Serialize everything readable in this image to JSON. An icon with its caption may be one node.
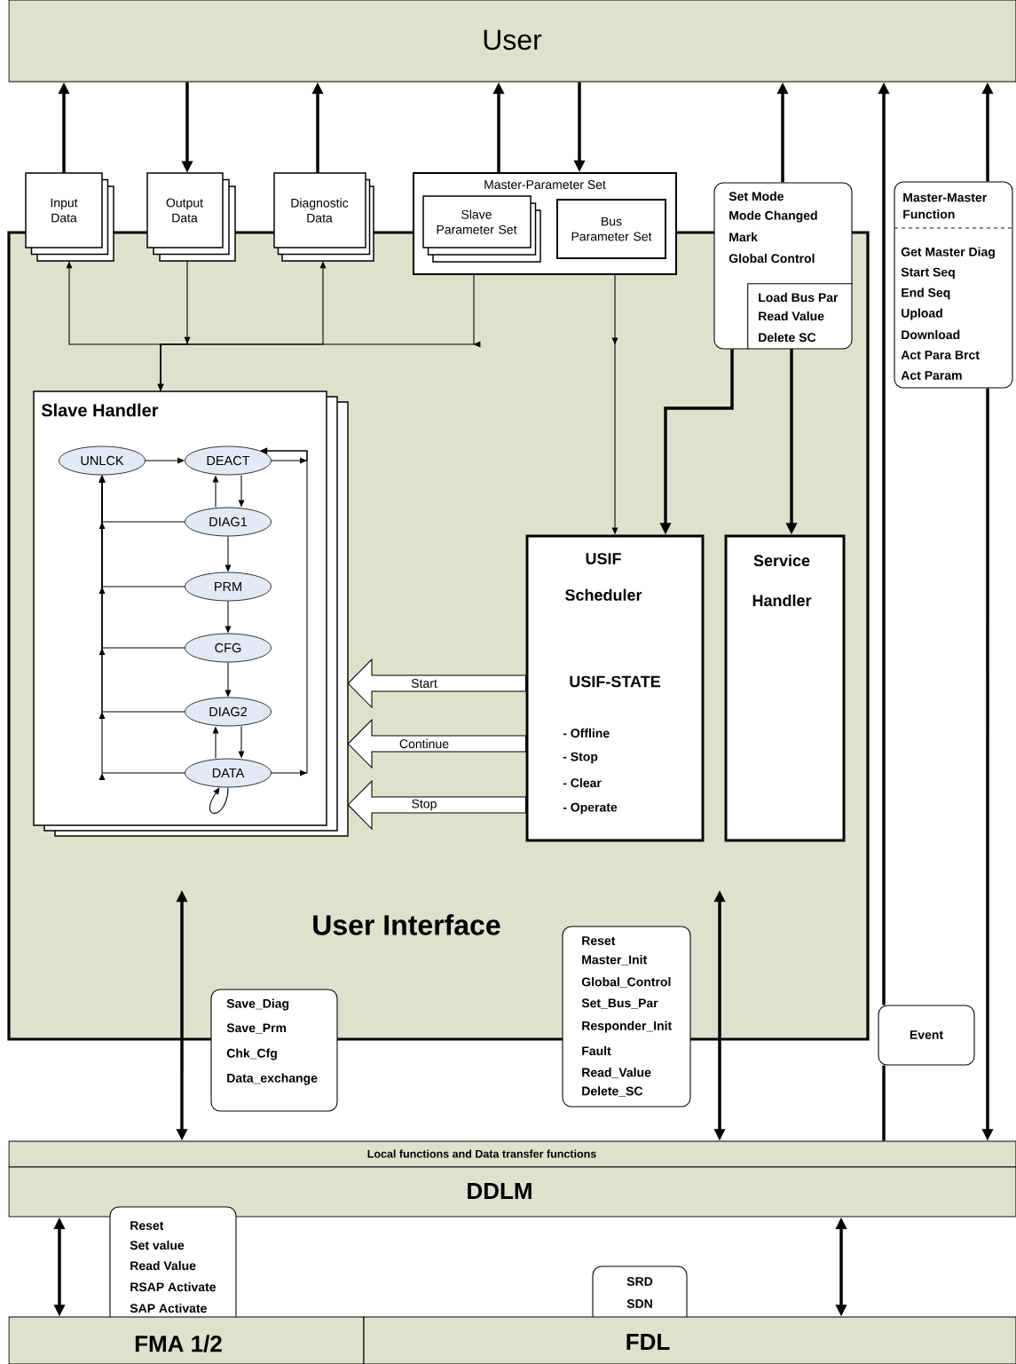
{
  "diagram": {
    "nodes": [
      {
        "text": [
          "User"
        ]
      },
      {
        "text": [
          "User Interface"
        ]
      },
      {
        "text": [
          "Input Data"
        ]
      },
      {
        "text": [
          "Output Data"
        ]
      },
      {
        "text": [
          "Diagnostic Data"
        ]
      },
      {
        "text": [
          "Master-Parameter Set"
        ]
      },
      {
        "text": [
          "Slave Parameter Set"
        ],
        "in": 5
      },
      {
        "text": [
          "Bus Parameter Set"
        ],
        "in": 5
      },
      {
        "text": [
          "Set Mode",
          "Mode Changed",
          "Mark",
          "Global Control"
        ]
      },
      {
        "text": [
          "Load Bus Par",
          "Read Value",
          "Delete SC"
        ]
      },
      {
        "text": [
          "Master-Master Function",
          "Get Master Diag",
          "Start Seq",
          "End Seq",
          "Upload",
          "Download",
          "Act Para Brct",
          "Act Param"
        ]
      },
      {
        "text": [
          "Slave Handler"
        ],
        "in": 1
      },
      {
        "text": [
          "UNLCK"
        ],
        "in": 11
      },
      {
        "text": [
          "DEACT"
        ],
        "in": 11
      },
      {
        "text": [
          "DIAG1"
        ],
        "in": 11
      },
      {
        "text": [
          "PRM"
        ],
        "in": 11
      },
      {
        "text": [
          "CFG"
        ],
        "in": 11
      },
      {
        "text": [
          "DIAG2"
        ],
        "in": 11
      },
      {
        "text": [
          "DATA"
        ],
        "in": 11
      },
      {
        "text": [
          "USIF Scheduler",
          "USIF-STATE",
          "- Offline",
          "- Stop",
          "- Clear",
          "- Operate"
        ],
        "in": 1
      },
      {
        "text": [
          "Service Handler"
        ],
        "in": 1
      },
      {
        "text": [
          "Save_Diag",
          "Save_Prm",
          "Chk_Cfg",
          "Data_exchange"
        ]
      },
      {
        "text": [
          "Reset",
          "Master_Init",
          "Global_Control",
          "Set_Bus_Par",
          "Responder_Init",
          "Fault",
          "Read_Value",
          "Delete_SC"
        ]
      },
      {
        "text": [
          "Event"
        ]
      },
      {
        "text": [
          "Local functions and Data transfer functions"
        ]
      },
      {
        "text": [
          "DDLM"
        ]
      },
      {
        "text": [
          "Reset",
          "Set value",
          "Read Value",
          "RSAP Activate",
          "SAP Activate"
        ]
      },
      {
        "text": [
          "SRD",
          "SDN"
        ]
      },
      {
        "text": [
          "FMA 1/2"
        ]
      },
      {
        "text": [
          "FDL"
        ]
      }
    ],
    "edges": [
      {
        "from": 2,
        "to": 0,
        "arrow": "to",
        "style": "thick"
      },
      {
        "from": 0,
        "to": 3,
        "arrow": "to",
        "style": "thick"
      },
      {
        "from": 4,
        "to": 0,
        "arrow": "to",
        "style": "thick"
      },
      {
        "from": 5,
        "to": 0,
        "arrow": "to",
        "style": "thick"
      },
      {
        "from": 0,
        "to": 5,
        "arrow": "to",
        "style": "thick"
      },
      {
        "from": 8,
        "to": 0,
        "arrow": "to",
        "style": "thick"
      },
      {
        "from": 23,
        "to": 0,
        "arrow": "to",
        "style": "thick"
      },
      {
        "from": 24,
        "to": 23,
        "arrow": "none",
        "style": "thick"
      },
      {
        "from": 10,
        "to": 0,
        "arrow": "to",
        "style": "thick"
      },
      {
        "from": 10,
        "to": 24,
        "arrow": "to",
        "style": "thick"
      },
      {
        "from": 8,
        "to": 19,
        "arrow": "to",
        "style": "thick"
      },
      {
        "from": 9,
        "to": 20,
        "arrow": "to",
        "style": "thick"
      },
      {
        "from": null,
        "to": 24,
        "arrow": "both",
        "style": "thick"
      },
      {
        "from": null,
        "to": 24,
        "arrow": "both",
        "style": "thick"
      },
      {
        "from": 25,
        "to": 28,
        "arrow": "both",
        "style": "thick"
      },
      {
        "from": 25,
        "to": 29,
        "arrow": "both",
        "style": "thick"
      },
      {
        "from": 11,
        "to": 2,
        "arrow": "to"
      },
      {
        "from": 3,
        "to": 11,
        "arrow": "to"
      },
      {
        "from": 11,
        "to": 4,
        "arrow": "to"
      },
      {
        "from": 5,
        "to": 11,
        "arrow": "to"
      },
      {
        "from": 5,
        "to": 19,
        "arrow": "to"
      },
      {
        "from": 19,
        "to": 11,
        "arrow": "to",
        "label": "Start"
      },
      {
        "from": 19,
        "to": 11,
        "arrow": "to",
        "label": "Continue"
      },
      {
        "from": 19,
        "to": 11,
        "arrow": "to",
        "label": "Stop"
      },
      {
        "from": 12,
        "to": 13,
        "arrow": "to"
      },
      {
        "from": 13,
        "to": 14,
        "arrow": "to"
      },
      {
        "from": 14,
        "to": 13,
        "arrow": "to"
      },
      {
        "from": 14,
        "to": 15,
        "arrow": "to"
      },
      {
        "from": 15,
        "to": 16,
        "arrow": "to"
      },
      {
        "from": 16,
        "to": 17,
        "arrow": "to"
      },
      {
        "from": 17,
        "to": 18,
        "arrow": "to"
      },
      {
        "from": 18,
        "to": 17,
        "arrow": "to"
      },
      {
        "from": 18,
        "to": 18,
        "arrow": "to"
      },
      {
        "from": 14,
        "to": 12,
        "arrow": "to"
      },
      {
        "from": 15,
        "to": 12,
        "arrow": "to"
      },
      {
        "from": 16,
        "to": 12,
        "arrow": "to"
      },
      {
        "from": 17,
        "to": 12,
        "arrow": "to"
      },
      {
        "from": 18,
        "to": 12,
        "arrow": "to"
      },
      {
        "from": 13,
        "to": 13,
        "arrow": "to"
      },
      {
        "from": 18,
        "to": 13,
        "arrow": "to"
      }
    ]
  }
}
